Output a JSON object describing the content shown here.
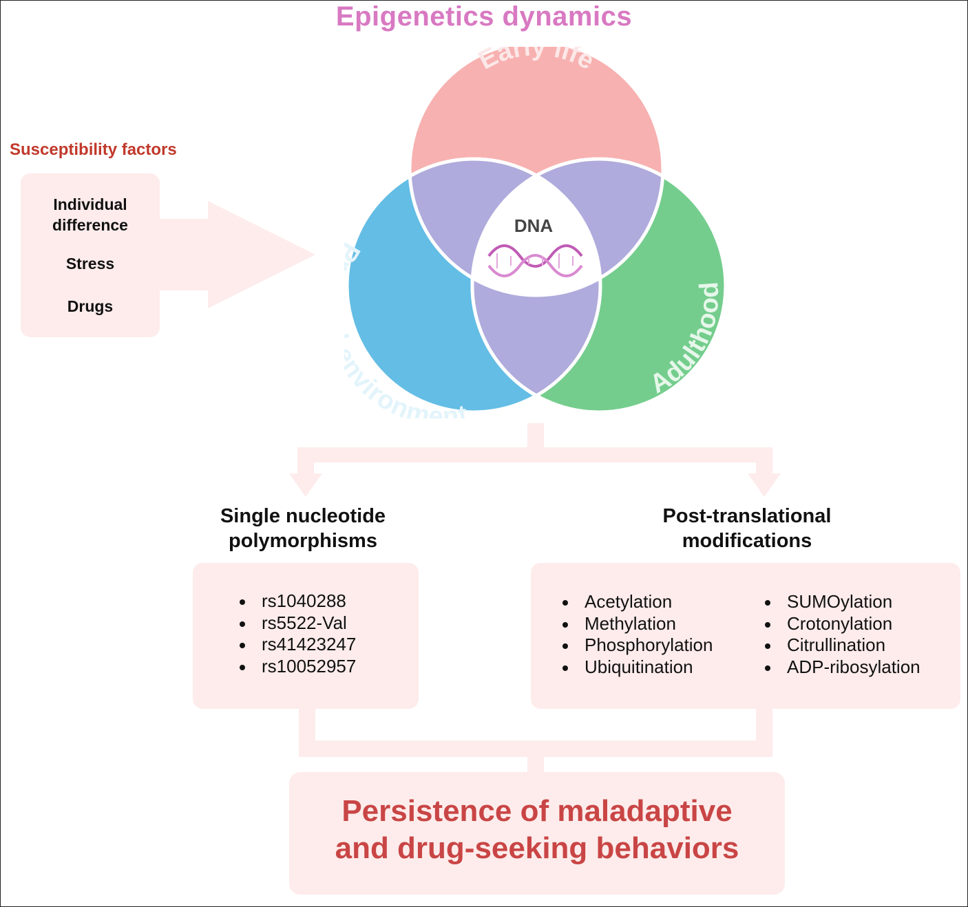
{
  "title": "Epigenetics dynamics",
  "colors": {
    "title": "#d879c2",
    "early_life": "#f7b1b0",
    "prenatal": "#64bde5",
    "adulthood": "#74cd8d",
    "overlap": "#afabdc",
    "accent_red": "#c94545",
    "panel_bg": "#fdeceb"
  },
  "susceptibility": {
    "title": "Susceptibility factors",
    "items": [
      "Individual difference",
      "Stress",
      "Drugs"
    ]
  },
  "venn": {
    "top_label": "Early life",
    "left_label": "Prenatal environment",
    "right_label": "Adulthood",
    "center_label": "DNA",
    "center_icon": "dna-helix-icon"
  },
  "snp": {
    "heading_line1": "Single nucleotide",
    "heading_line2": "polymorphisms",
    "items": [
      "rs1040288",
      "rs5522-Val",
      "rs41423247",
      "rs10052957"
    ]
  },
  "ptm": {
    "heading_line1": "Post-translational",
    "heading_line2": "modifications",
    "col1": [
      "Acetylation",
      "Methylation",
      "Phosphorylation",
      "Ubiquitination"
    ],
    "col2": [
      "SUMOylation",
      "Crotonylation",
      "Citrullination",
      "ADP-ribosylation"
    ]
  },
  "outcome": {
    "line1": "Persistence of maladaptive",
    "line2": "and drug-seeking behaviors"
  }
}
